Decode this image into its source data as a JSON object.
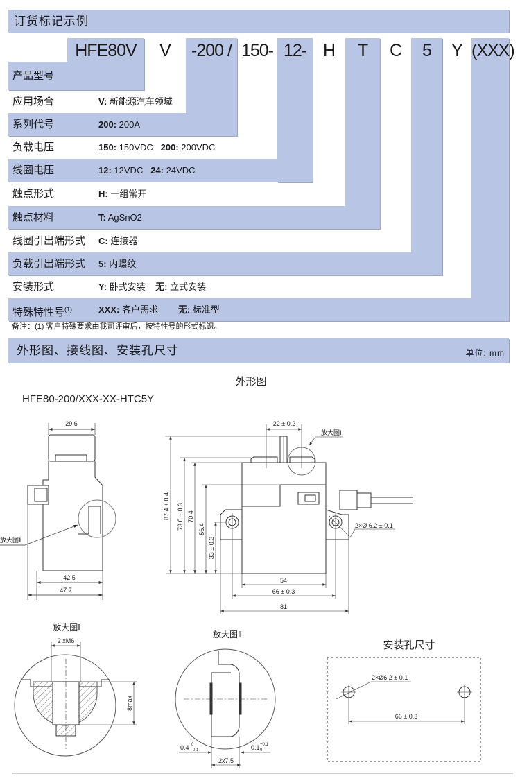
{
  "order_section": {
    "title": "订货标记示例",
    "code_parts": [
      "HFE80V",
      "V",
      "-200 /",
      "150-",
      "12-",
      "H",
      "T",
      "C",
      "5",
      "Y",
      "(XXX)"
    ],
    "rows": [
      {
        "label": "产品型号",
        "items": []
      },
      {
        "label": "应用场合",
        "items": [
          {
            "key": "V:",
            "text": "新能源汽车领域"
          }
        ]
      },
      {
        "label": "系列代号",
        "items": [
          {
            "key": "200:",
            "text": "200A"
          }
        ]
      },
      {
        "label": "负载电压",
        "items": [
          {
            "key": "150:",
            "text": "150VDC"
          },
          {
            "key": "200:",
            "text": "200VDC"
          }
        ]
      },
      {
        "label": "线圈电压",
        "items": [
          {
            "key": "12:",
            "text": "12VDC"
          },
          {
            "key": "24:",
            "text": "24VDC"
          }
        ]
      },
      {
        "label": "触点形式",
        "items": [
          {
            "key": "H:",
            "text": "一组常开"
          }
        ]
      },
      {
        "label": "触点材料",
        "items": [
          {
            "key": "T:",
            "text": "AgSnO2"
          }
        ]
      },
      {
        "label": "线圈引出端形式",
        "items": [
          {
            "key": "C:",
            "text": "连接器"
          }
        ]
      },
      {
        "label": "负载引出端形式",
        "items": [
          {
            "key": "5:",
            "text": "内螺纹"
          }
        ]
      },
      {
        "label": "安装形式",
        "items": [
          {
            "key": "Y:",
            "text": "卧式安装"
          },
          {
            "key": "无:",
            "text": "立式安装"
          }
        ]
      },
      {
        "label": "特殊特性号",
        "sup": "(1)",
        "items": [
          {
            "key": "XXX:",
            "text": "客户需求"
          },
          {
            "key": "无:",
            "text": "标准型"
          }
        ]
      }
    ],
    "note": "备注：(1) 客户特殊要求由我司评审后，按特性号的形式标识。"
  },
  "dims_section": {
    "title": "外形图、接线图、安装孔尺寸",
    "unit": "单位: mm"
  },
  "outline": {
    "title": "外形图",
    "model": "HFE80-200/XXX-XX-HTC5Y",
    "side_dims": {
      "top": "29.6",
      "inner": "42.5",
      "outer": "47.7",
      "callout": "放大图Ⅱ"
    },
    "front_dims": {
      "d22": "22 ± 0.2",
      "callout": "放大图Ⅰ",
      "h874": "87.4 ± 0.4",
      "h736": "73.6 ± 0.3",
      "h704": "70.4",
      "h564": "56.4",
      "h33": "33 ± 0.3",
      "w54": "54",
      "w66": "66 ± 0.3",
      "w81": "81",
      "hole": "2×Ø 6.2 ± 0.1"
    }
  },
  "detail1": {
    "title": "放大图Ⅰ",
    "thread": "2 xM6",
    "depth": "8max"
  },
  "detail2": {
    "title": "放大图Ⅱ",
    "left_tol": "0.4",
    "left_tol_up": "0",
    "left_tol_low": "-0.1",
    "right_tol": "0.1",
    "right_tol_up": "+0.1",
    "right_tol_low": "0",
    "pitch": "2x7.5"
  },
  "mounting": {
    "title": "安装孔尺寸",
    "hole": "2×Ø6.2 ± 0.1",
    "spacing": "66 ± 0.3"
  },
  "colors": {
    "band": "#b8c5e4"
  }
}
